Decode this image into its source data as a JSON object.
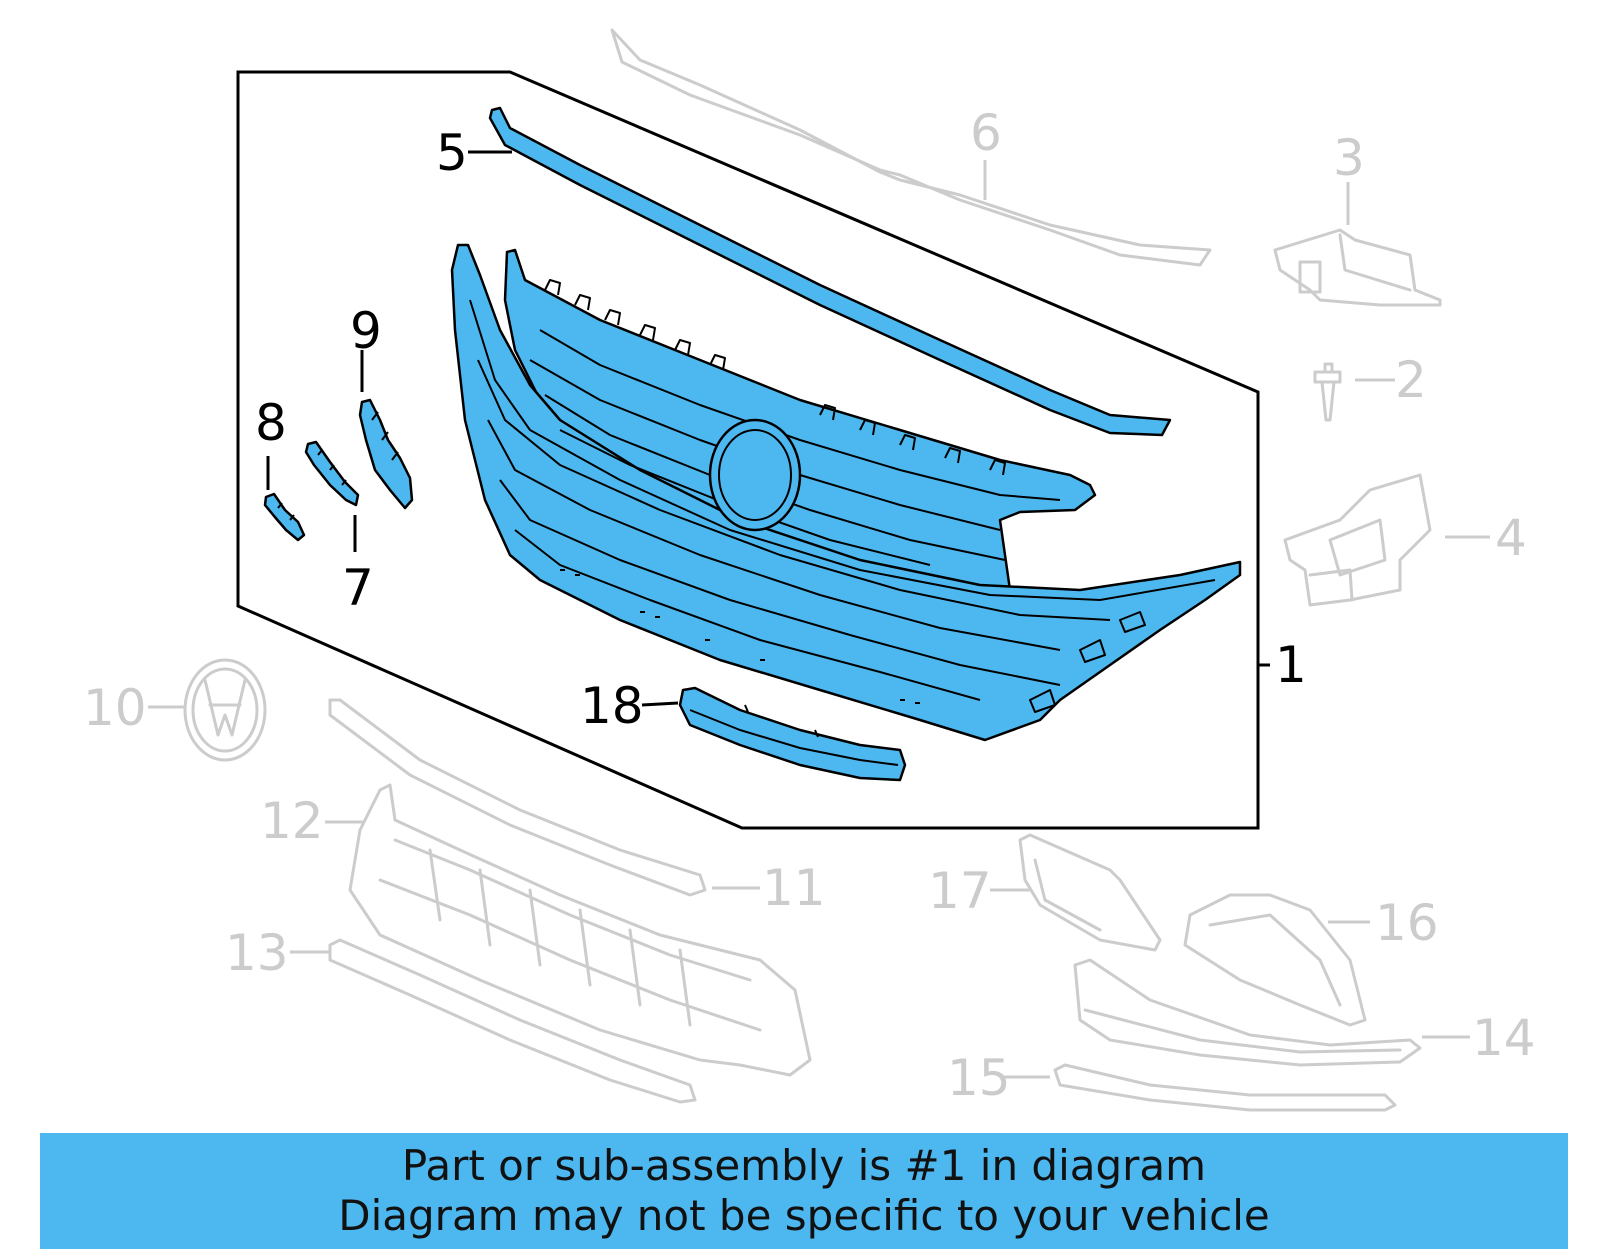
{
  "diagram": {
    "callouts": [
      {
        "id": "1",
        "label": "1",
        "highlighted": true
      },
      {
        "id": "2",
        "label": "2",
        "highlighted": false
      },
      {
        "id": "3",
        "label": "3",
        "highlighted": false
      },
      {
        "id": "4",
        "label": "4",
        "highlighted": false
      },
      {
        "id": "5",
        "label": "5",
        "highlighted": true
      },
      {
        "id": "6",
        "label": "6",
        "highlighted": false
      },
      {
        "id": "7",
        "label": "7",
        "highlighted": true
      },
      {
        "id": "8",
        "label": "8",
        "highlighted": true
      },
      {
        "id": "9",
        "label": "9",
        "highlighted": true
      },
      {
        "id": "10",
        "label": "10",
        "highlighted": false
      },
      {
        "id": "11",
        "label": "11",
        "highlighted": false
      },
      {
        "id": "12",
        "label": "12",
        "highlighted": false
      },
      {
        "id": "13",
        "label": "13",
        "highlighted": false
      },
      {
        "id": "14",
        "label": "14",
        "highlighted": false
      },
      {
        "id": "15",
        "label": "15",
        "highlighted": false
      },
      {
        "id": "16",
        "label": "16",
        "highlighted": false
      },
      {
        "id": "17",
        "label": "17",
        "highlighted": false
      },
      {
        "id": "18",
        "label": "18",
        "highlighted": true
      }
    ],
    "colors": {
      "highlight": "#4db8f0",
      "inactive": "#cccccc",
      "outline": "#000000",
      "background": "#ffffff"
    }
  },
  "banner": {
    "line1": "Part or sub-assembly is #1 in diagram",
    "line2": "Diagram may not be specific to your vehicle"
  }
}
